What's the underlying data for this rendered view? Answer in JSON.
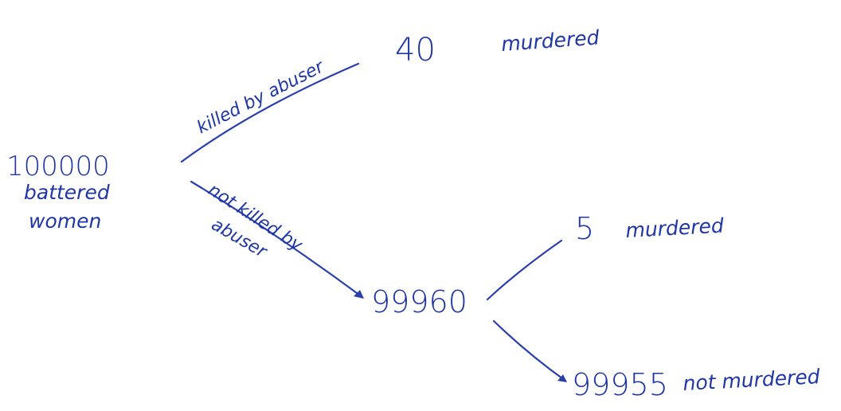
{
  "root": {
    "count": "100000",
    "line1": "battered",
    "line2": "women"
  },
  "branch_killed": {
    "label": "killed by abuser",
    "count": "40",
    "outcome": "murdered"
  },
  "branch_not_killed": {
    "label_line1": "not killed by",
    "label_line2": "abuser",
    "count": "99960"
  },
  "leaf_murdered": {
    "count": "5",
    "outcome": "murdered"
  },
  "leaf_not_murdered": {
    "count": "99955",
    "outcome": "not murdered"
  },
  "colors": {
    "ink": "#1f36a6"
  }
}
